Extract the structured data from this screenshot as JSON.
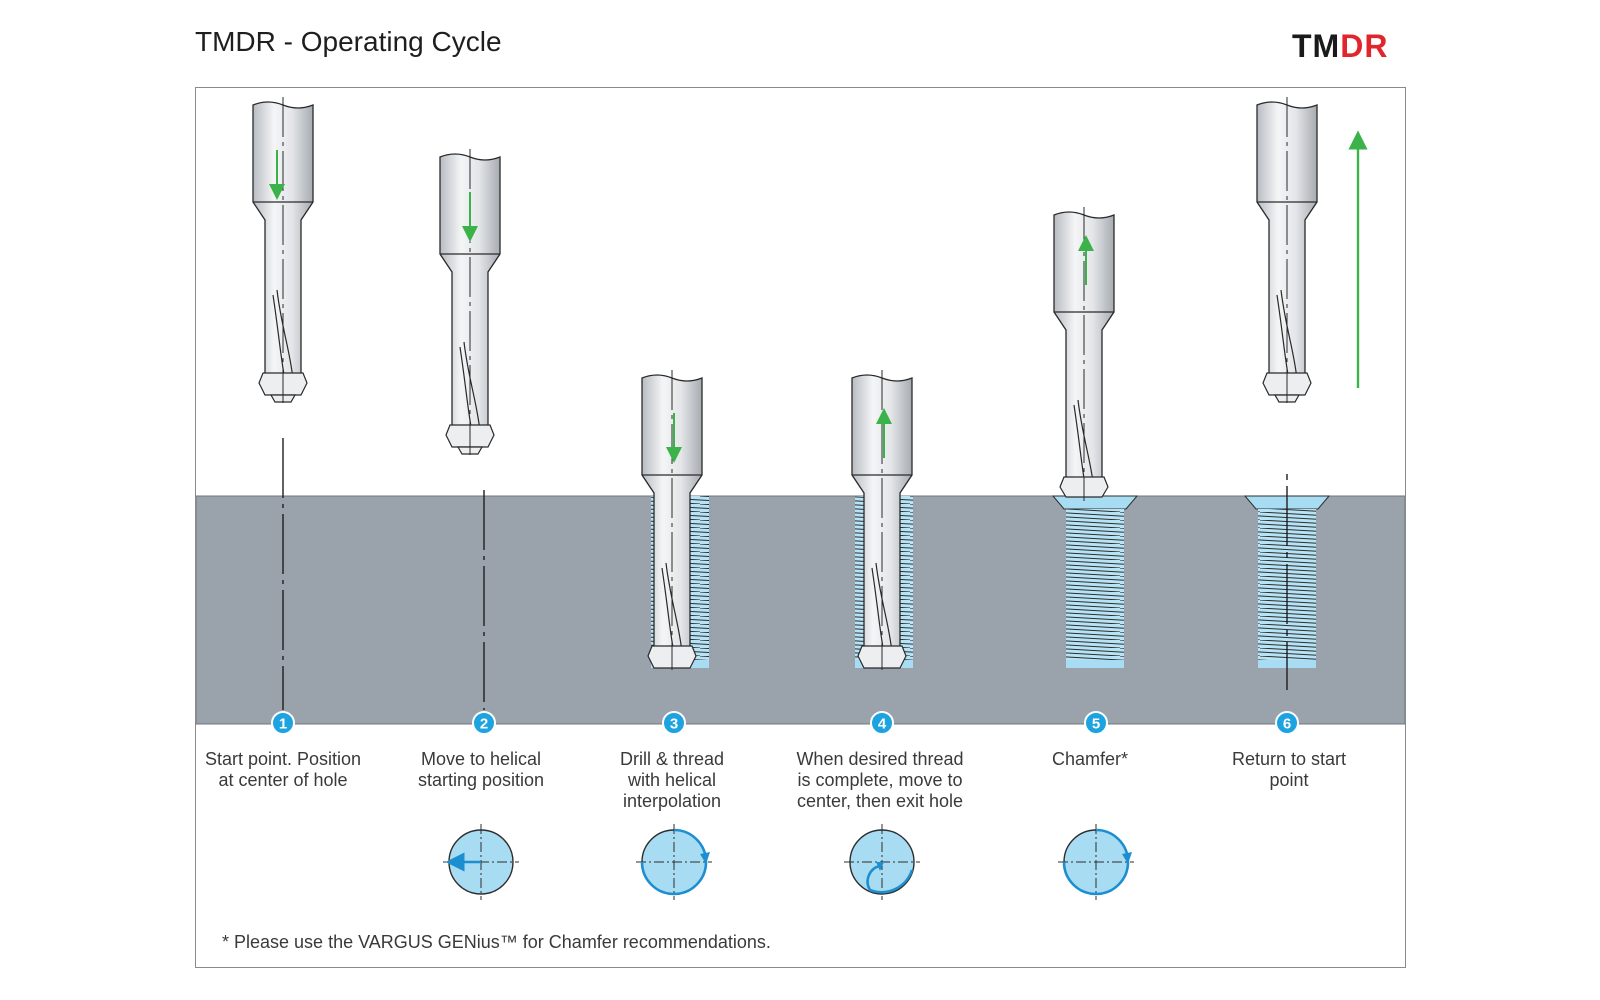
{
  "header": {
    "title": "TMDR - Operating Cycle",
    "logo_tm": "TM",
    "logo_dr": "DR"
  },
  "colors": {
    "workpiece": "#9aa2ab",
    "thread_blue": "#a8dcf3",
    "badge": "#1da4e0",
    "arrow_green": "#3cb34a",
    "logo_red": "#e0262c"
  },
  "steps": [
    {
      "number": "1",
      "label_lines": [
        "Start point. Position",
        "at center of hole"
      ],
      "motion_icon": "none"
    },
    {
      "number": "2",
      "label_lines": [
        "Move to helical",
        "starting position"
      ],
      "motion_icon": "arrow-left-icon"
    },
    {
      "number": "3",
      "label_lines": [
        "Drill & thread",
        "with helical",
        "interpolation"
      ],
      "motion_icon": "circular-arrow-icon"
    },
    {
      "number": "4",
      "label_lines": [
        "When desired thread",
        "is complete, move to",
        "center, then exit hole"
      ],
      "motion_icon": "return-to-center-icon"
    },
    {
      "number": "5",
      "label_lines": [
        "Chamfer*"
      ],
      "motion_icon": "circular-arrow-icon"
    },
    {
      "number": "6",
      "label_lines": [
        "Return to start",
        "point"
      ],
      "motion_icon": "none"
    }
  ],
  "footnote": "* Please use the VARGUS GENius™ for Chamfer recommendations."
}
